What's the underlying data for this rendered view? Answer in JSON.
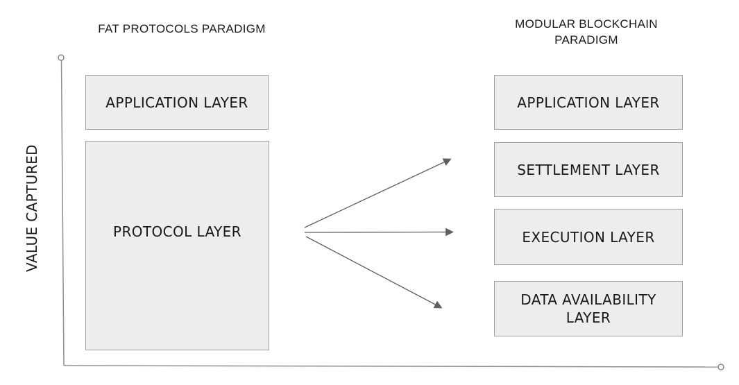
{
  "diagram": {
    "y_axis_label": "VALUE CAPTURED",
    "left_panel": {
      "title": "FAT PROTOCOLS PARADIGM",
      "boxes": [
        {
          "label": "APPLICATION LAYER"
        },
        {
          "label": "PROTOCOL LAYER"
        }
      ]
    },
    "right_panel": {
      "title": "MODULAR BLOCKCHAIN PARADIGM",
      "boxes": [
        {
          "label": "APPLICATION LAYER"
        },
        {
          "label": "SETTLEMENT LAYER"
        },
        {
          "label": "EXECUTION LAYER"
        },
        {
          "label": "DATA AVAILABILITY LAYER"
        }
      ]
    },
    "arrows": [
      {
        "from": "PROTOCOL LAYER",
        "to": "SETTLEMENT LAYER"
      },
      {
        "from": "PROTOCOL LAYER",
        "to": "EXECUTION LAYER"
      },
      {
        "from": "PROTOCOL LAYER",
        "to": "DATA AVAILABILITY LAYER"
      }
    ],
    "colors": {
      "box_fill": "#ededed",
      "box_border": "#a0a0a0",
      "arrow": "#5f5f5f",
      "axis": "#8f8f8f",
      "text": "#191919",
      "background": "#ffffff"
    }
  }
}
